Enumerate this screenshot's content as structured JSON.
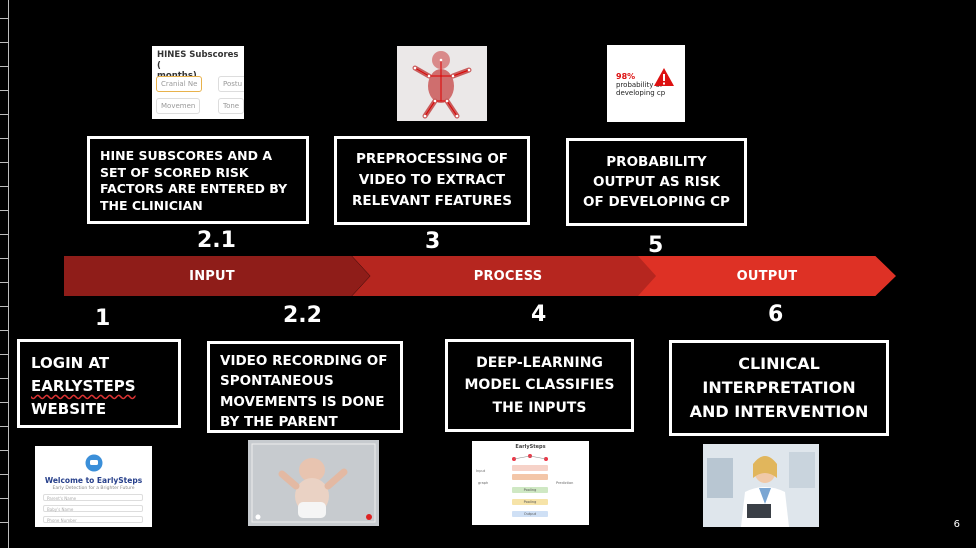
{
  "slide": {
    "page_number": "6"
  },
  "arrows": {
    "input": "INPUT",
    "process": "PROCESS",
    "output": "OUTPUT"
  },
  "steps": {
    "s1": {
      "number": "1",
      "line1": "LOGIN AT",
      "line2": "EARLYSTEPS",
      "line3": "WEBSITE"
    },
    "s21": {
      "number": "2.1",
      "text": "HINE SUBSCORES AND A SET OF SCORED RISK FACTORS ARE ENTERED BY THE CLINICIAN"
    },
    "s22": {
      "number": "2.2",
      "text": "VIDEO RECORDING OF SPONTANEOUS MOVEMENTS IS DONE BY THE PARENT"
    },
    "s3": {
      "number": "3",
      "text": "PREPROCESSING OF VIDEO TO EXTRACT RELEVANT FEATURES"
    },
    "s4": {
      "number": "4",
      "text": "DEEP-LEARNING MODEL CLASSIFIES THE INPUTS"
    },
    "s5": {
      "number": "5",
      "text": "PROBABILITY OUTPUT AS RISK OF DEVELOPING CP"
    },
    "s6": {
      "number": "6",
      "text": "CLINICAL INTERPRETATION AND INTERVENTION"
    }
  },
  "thumbs": {
    "hine": {
      "title_line1": "HINES Subscores (",
      "title_line2": "months)",
      "chips": [
        "Cranial Ne",
        "Postu",
        "Movemen",
        "Tone"
      ]
    },
    "probability": {
      "percent": "98%",
      "label": "probability of developing cp"
    },
    "login": {
      "welcome": "Welcome to EarlySteps",
      "subtitle": "Early Detection for a Brighter Future",
      "fields": [
        "Parent's Name",
        "Baby's Name",
        "Phone Number"
      ]
    },
    "model": {
      "title": "EarlySteps",
      "layers": [
        "",
        "",
        "Pooling",
        "Pooling",
        "Output"
      ],
      "input_label": "Input",
      "graph_label": "graph",
      "prediction_label": "Prediction"
    }
  },
  "colors": {
    "input_arrow": "#8f1d19",
    "process_arrow": "#b6261f",
    "output_arrow": "#de3125",
    "background": "#000000"
  }
}
